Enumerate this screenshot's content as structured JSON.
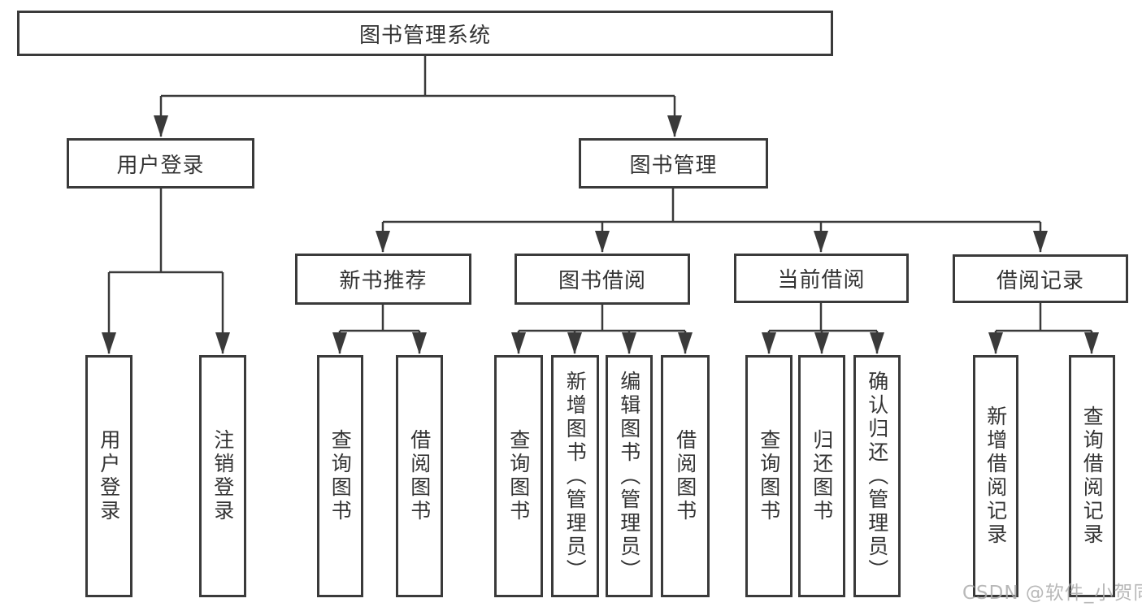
{
  "diagram": {
    "root_label": "图书管理系统",
    "level2": [
      {
        "label": "用户登录",
        "children": [
          "用户登录",
          "注销登录"
        ]
      },
      {
        "label": "图书管理"
      }
    ],
    "level3": [
      {
        "label": "新书推荐",
        "children": [
          "查询图书",
          "借阅图书"
        ]
      },
      {
        "label": "图书借阅",
        "children": [
          "查询图书",
          "新增图书（管理员）",
          "编辑图书（管理员）",
          "借阅图书"
        ]
      },
      {
        "label": "当前借阅",
        "children": [
          "查询图书",
          "归还图书",
          "确认归还（管理员）"
        ]
      },
      {
        "label": "借阅记录",
        "children": [
          "新增借阅记录",
          "查询借阅记录"
        ]
      }
    ]
  },
  "watermark": "CSDN @软件_小贺同学",
  "colors": {
    "line": "#3a3a3a",
    "box_border": "#3a3a3a",
    "box_fill": "#ffffff",
    "text": "#333333",
    "watermark": "#acacac"
  }
}
